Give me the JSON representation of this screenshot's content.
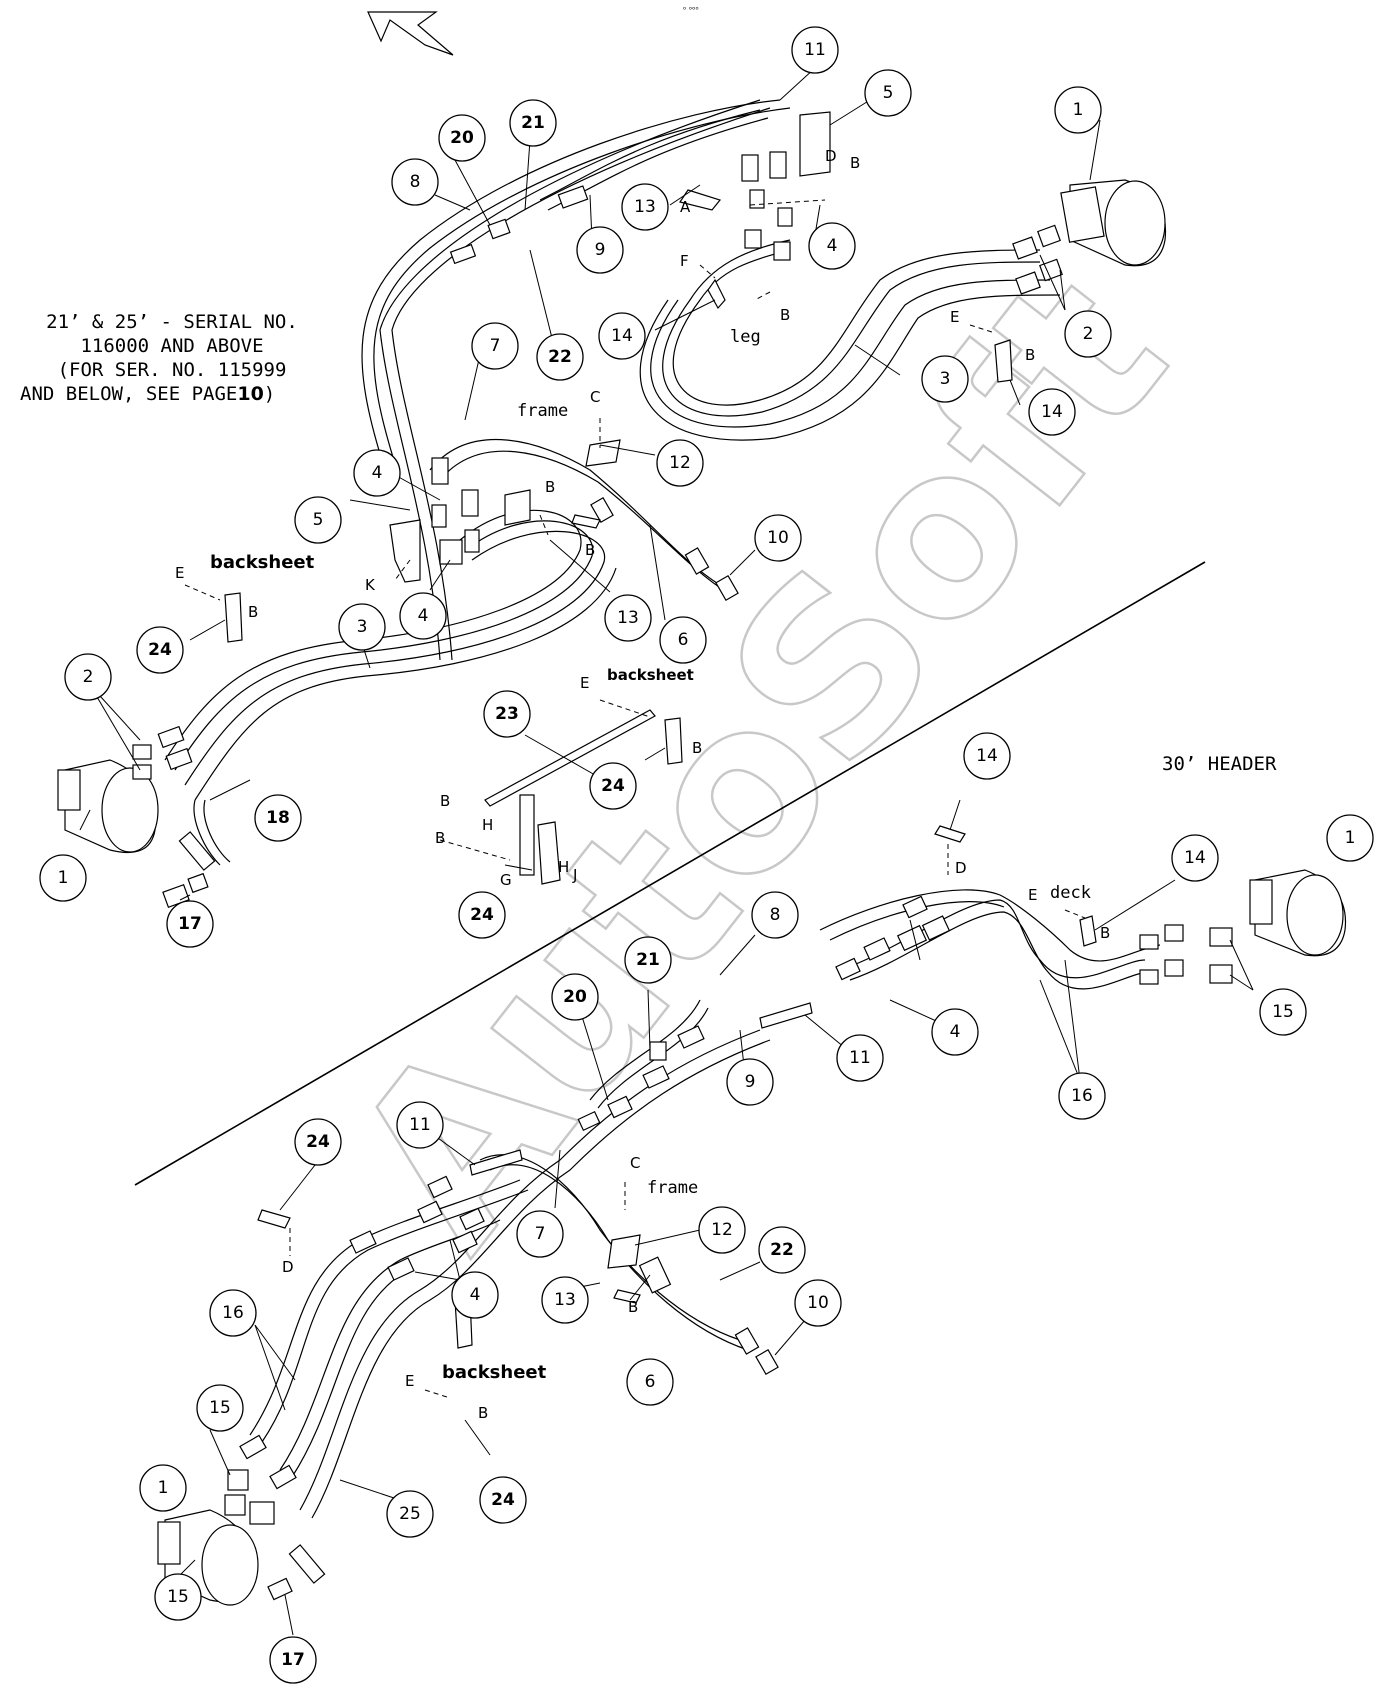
{
  "captions": {
    "top_section_line1": "21’ & 25’ - SERIAL NO.",
    "top_section_line2": "116000 AND ABOVE",
    "top_section_line3": "(FOR SER. NO. 115999",
    "top_section_line4_prefix": "AND BELOW, SEE PAGE",
    "top_section_page": "10",
    "top_section_line4_suffix": ")",
    "bottom_section": "30’ HEADER"
  },
  "watermark": "AutoSoft",
  "callouts": [
    {
      "id": "11",
      "bold": false
    },
    {
      "id": "5",
      "bold": false
    },
    {
      "id": "1",
      "bold": false
    },
    {
      "id": "20",
      "bold": true
    },
    {
      "id": "21",
      "bold": true
    },
    {
      "id": "8",
      "bold": false
    },
    {
      "id": "13",
      "bold": false
    },
    {
      "id": "9",
      "bold": false
    },
    {
      "id": "4",
      "bold": false
    },
    {
      "id": "2",
      "bold": false
    },
    {
      "id": "14",
      "bold": false
    },
    {
      "id": "22",
      "bold": true
    },
    {
      "id": "7",
      "bold": false
    },
    {
      "id": "3",
      "bold": false
    },
    {
      "id": "12",
      "bold": false
    },
    {
      "id": "10",
      "bold": false
    },
    {
      "id": "6",
      "bold": false
    },
    {
      "id": "24",
      "bold": true
    },
    {
      "id": "18",
      "bold": true
    },
    {
      "id": "17",
      "bold": true
    },
    {
      "id": "23",
      "bold": true
    },
    {
      "id": "15",
      "bold": false
    },
    {
      "id": "16",
      "bold": false
    },
    {
      "id": "25",
      "bold": false
    }
  ],
  "letters": {
    "A": "A",
    "B": "B",
    "C": "C",
    "D": "D",
    "E": "E",
    "F": "F",
    "G": "G",
    "H": "H",
    "J": "J",
    "K": "K"
  },
  "words": {
    "leg": "leg",
    "frame": "frame",
    "backsheet": "backsheet",
    "deck": "deck"
  }
}
